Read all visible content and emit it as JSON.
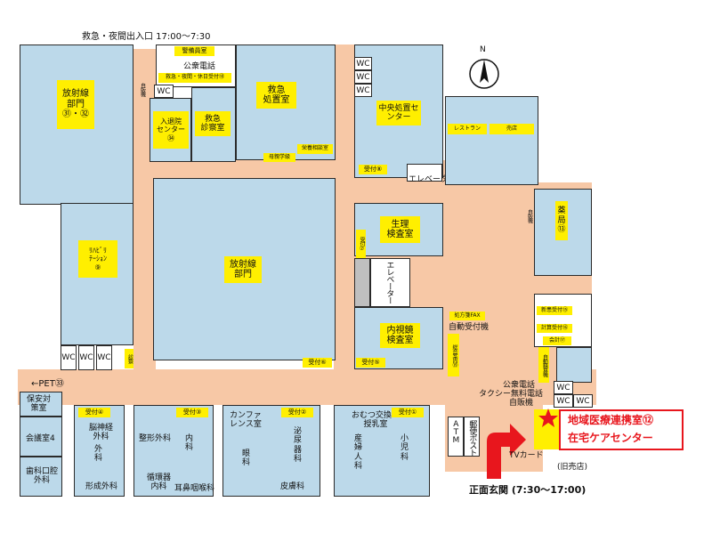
{
  "top_label": "救急・夜間出入口 17:00〜7:30",
  "compass": "N",
  "rooms": {
    "radiology_top": "放射線\n部門\n㉛・㉜",
    "guard": "警備員室",
    "pay_phone_top": "公衆電話",
    "er_reception": "救急・夜間・休日受付⑱",
    "vending_top": "自販機",
    "discharge": "入退院\nセンター\n㉞",
    "er_exam": "救急\n診察室",
    "er_treatment": "救急\n処置室",
    "nutrition": "栄養相談室",
    "maternity": "母親学級",
    "central_treatment": "中央処置セ\nンター",
    "reception8": "受付⑧",
    "restaurant": "レストラン",
    "shop": "売店",
    "elevator_small": "エレベーター",
    "vending_right": "自販機",
    "pharmacy": "薬\n局\n⑬",
    "rehab": "ﾘﾊﾋﾞﾘ\nﾃｰｼｮﾝ\n⑨",
    "radiology_center": "放射線\n部門",
    "physiology": "生理\n検査室",
    "reception7": "受付⑦",
    "elevator_main": "エレベーター",
    "endoscopy": "内視鏡\n検査室",
    "reception6": "受付⑥",
    "reception5": "受付⑤",
    "fax": "処方箋FAX",
    "auto_reception": "自動受付機",
    "general_info": "総合案内⑲",
    "new_patient": "新患受付⑮",
    "accounting": "計算受付⑯",
    "cashier": "会計⑰",
    "auto_pay": "自動精算機",
    "pay_phone_bottom": "公衆電話",
    "taxi_phone": "タクシー無料電話",
    "vending_bottom": "自販機",
    "pet": "←PET㉝",
    "guard_office": "保安対\n策室",
    "conference": "会議室4",
    "dental": "歯科口腔\n外科",
    "reception4": "受付④",
    "neuro": "脳神経\n外科",
    "surgery": "外\n科",
    "plastic": "形成外科",
    "reception3": "受付③",
    "ortho": "整形外科",
    "internal": "内\n科",
    "cardio": "循環器\n内科",
    "ent": "耳鼻咽喉科",
    "conference_room": "カンファ\nレンス室",
    "ophthalmology": "眼\n科",
    "reception2": "受付②",
    "urology": "泌\n尿\n器\n科",
    "dermatology": "皮膚科",
    "diaper": "おむつ交換・\n授乳室",
    "obgyn": "産\n婦\n人\n科",
    "reception1": "受付①",
    "pediatrics": "小\n児\n科",
    "atm": "ATM",
    "post": "郵便ポスト",
    "tv_card": "TVカード",
    "old_shop": "(旧売店)",
    "entrance": "正面玄関 (7:30〜17:00)",
    "star_label_line1": "地域医療連携室⑫",
    "star_label_line2": "在宅ケアセンター",
    "wc": "WC",
    "consult": "診察"
  },
  "colors": {
    "room_fill": "#bcd9ea",
    "corridor": "#f7c8a6",
    "label": "#ffef00",
    "accent_red": "#e8161d",
    "highlight_yellow": "#ffef00"
  }
}
